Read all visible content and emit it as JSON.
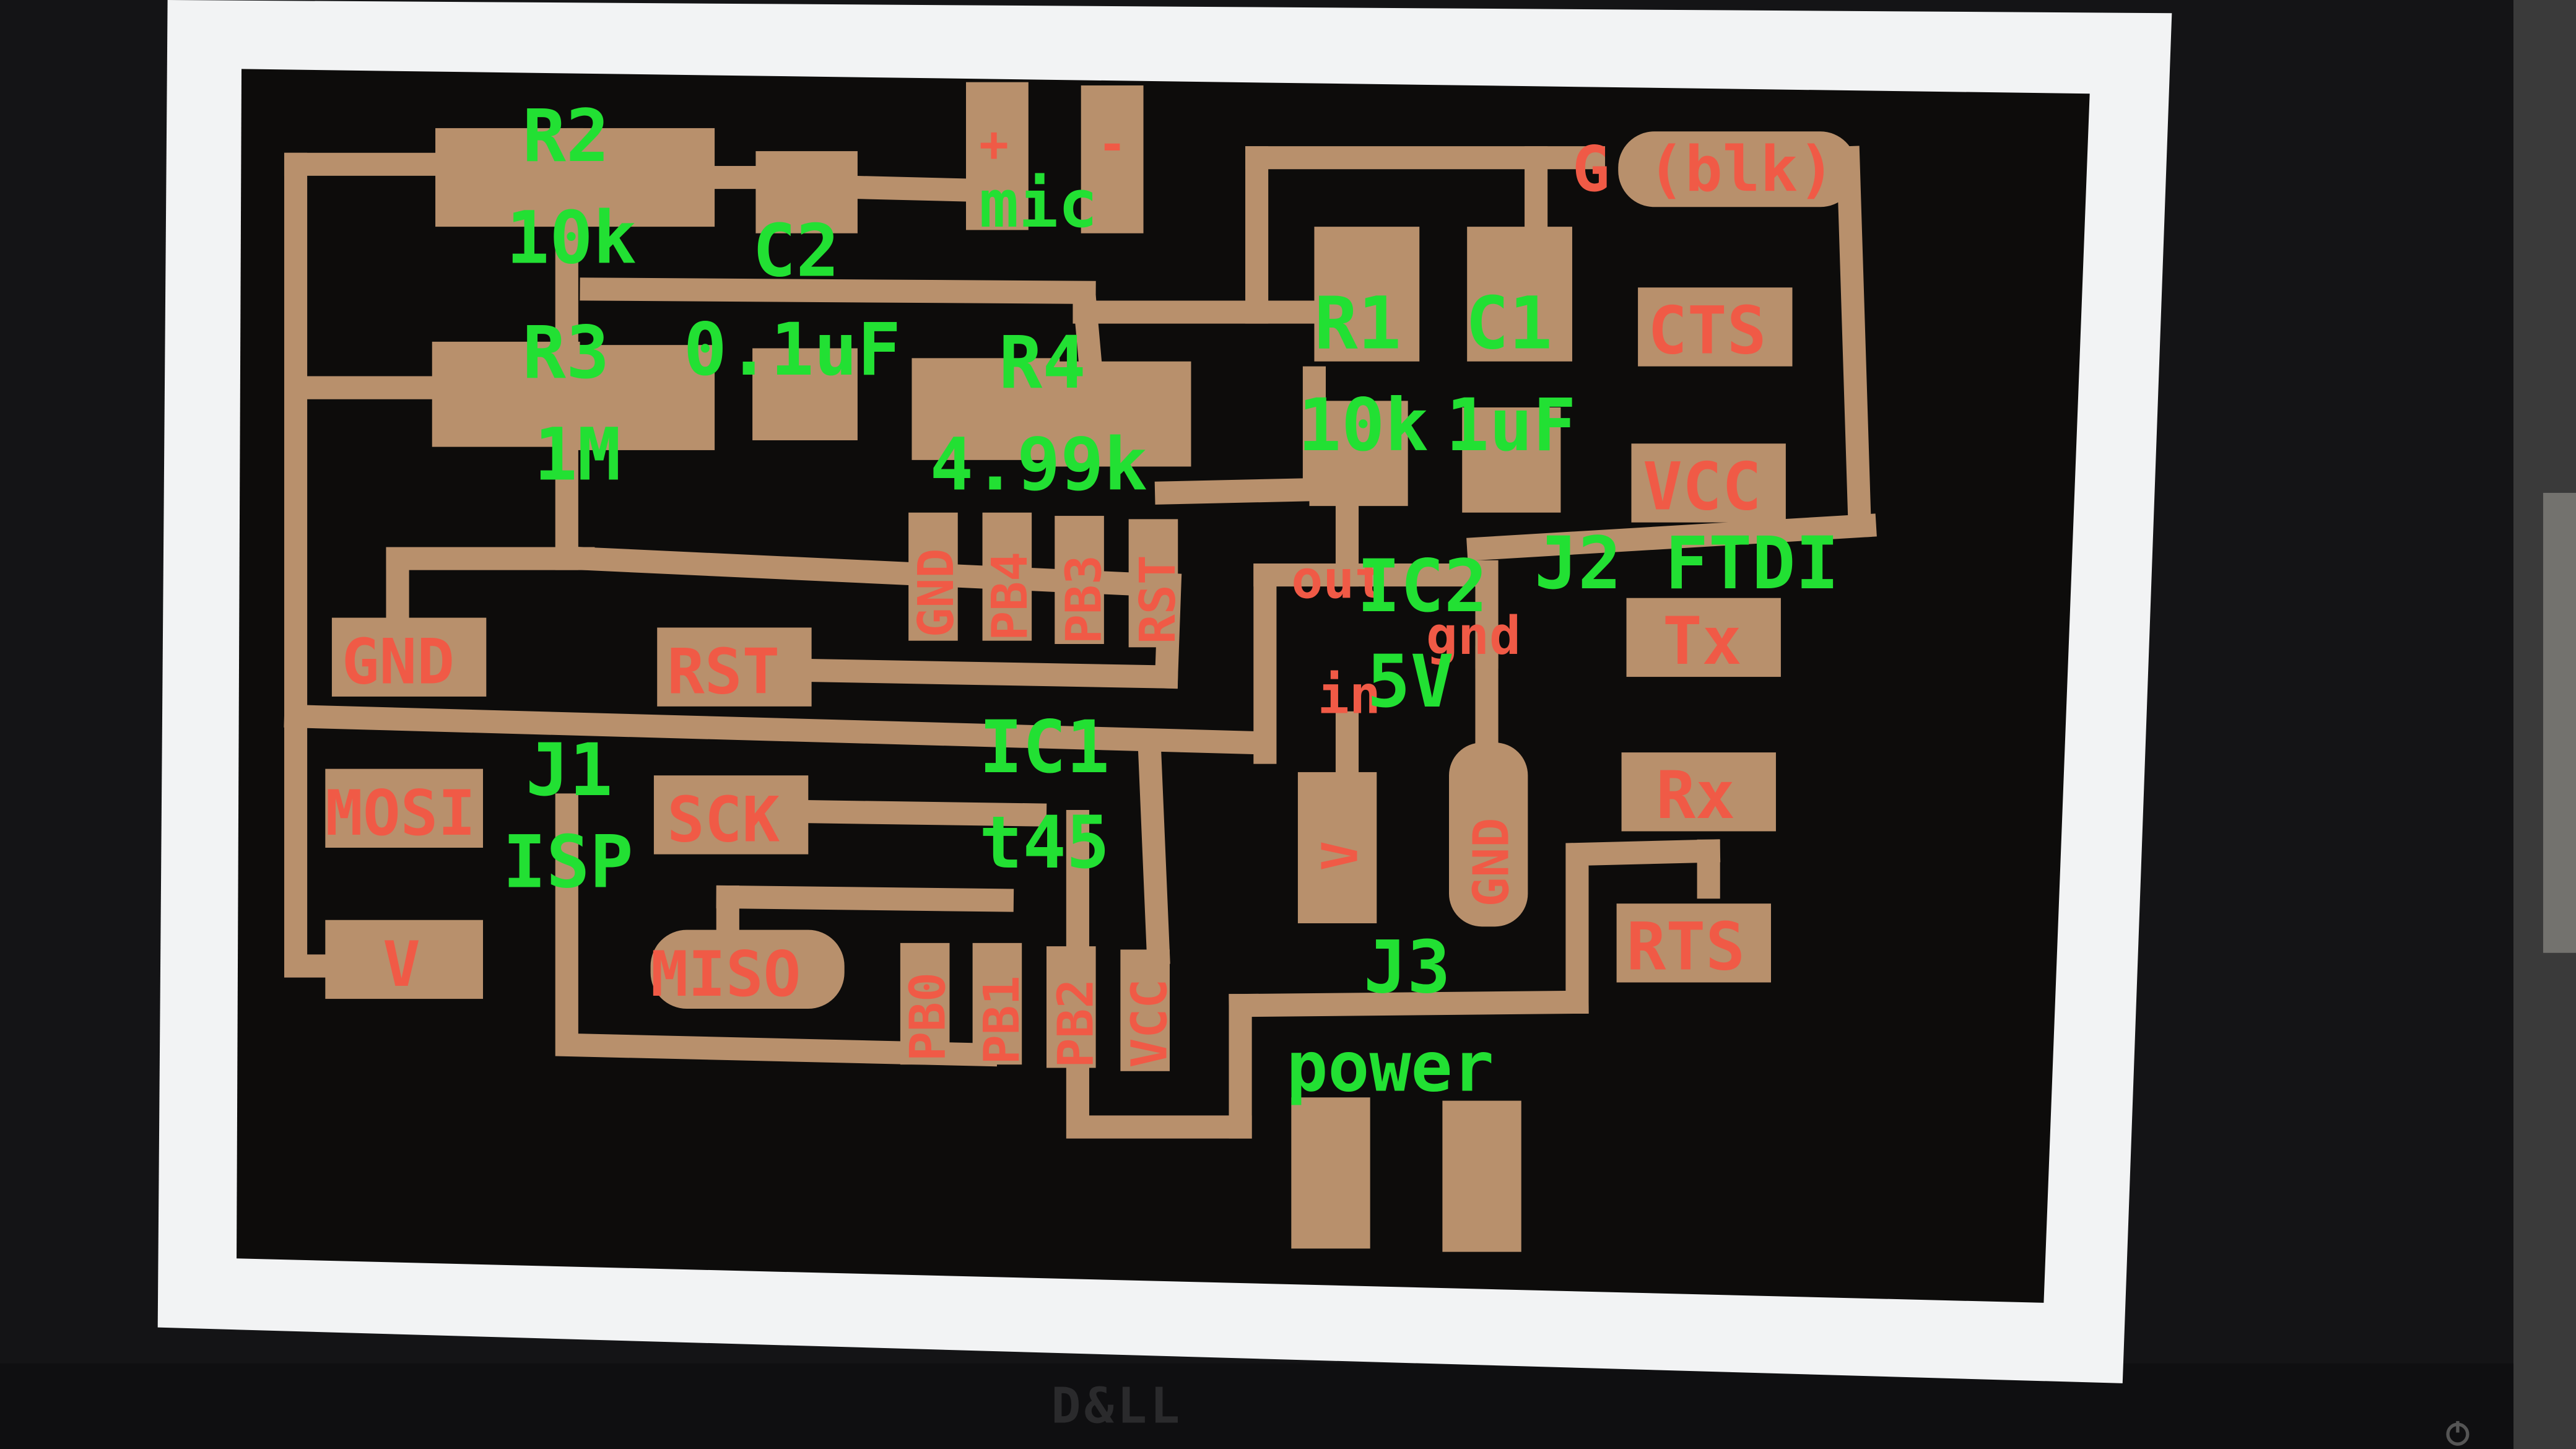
{
  "monitor": {
    "brand": "D&LL"
  },
  "colors": {
    "board": "#0d0c0b",
    "copper": "#b8906c",
    "pad_label": "#f05a46",
    "component_label": "#22e033",
    "screen_margin": "#f2f3f4",
    "bezel": "#131315"
  },
  "component_labels": {
    "r2": "R2",
    "r2_value": "10k",
    "c2": "C2",
    "c2_value": "0.1uF",
    "r3": "R3",
    "r3_value": "1M",
    "r4": "R4",
    "r4_value": "4.99k",
    "r1": "R1",
    "r1_value": "10k",
    "c1": "C1",
    "c1_value": "1uF",
    "mic": "mic",
    "j2": "J2 FTDI",
    "j1": "J1",
    "j1_sub": "ISP",
    "ic1": "IC1",
    "ic1_sub": "t45",
    "ic2": "IC2",
    "ic2_5v": "5V",
    "j3": "J3",
    "j3_sub": "power"
  },
  "pad_labels": {
    "mic_plus": "+",
    "mic_minus": "-",
    "g_blk": "G (blk)",
    "cts": "CTS",
    "vcc": "VCC",
    "tx": "Tx",
    "rx": "Rx",
    "rts": "RTS",
    "gnd": "GND",
    "rst": "RST",
    "mosi": "MOSI",
    "sck": "SCK",
    "v": "V",
    "miso": "MISO",
    "ic1_gnd": "GND",
    "ic1_pb4": "PB4",
    "ic1_pb3": "PB3",
    "ic1_rst": "RST",
    "ic1_pb0": "PB0",
    "ic1_pb1": "PB1",
    "ic1_pb2": "PB2",
    "ic1_vcc": "VCC",
    "ic2_out": "out",
    "ic2_gnd": "gnd",
    "ic2_in": "in",
    "reg_v": "V",
    "reg_gnd": "GND"
  }
}
